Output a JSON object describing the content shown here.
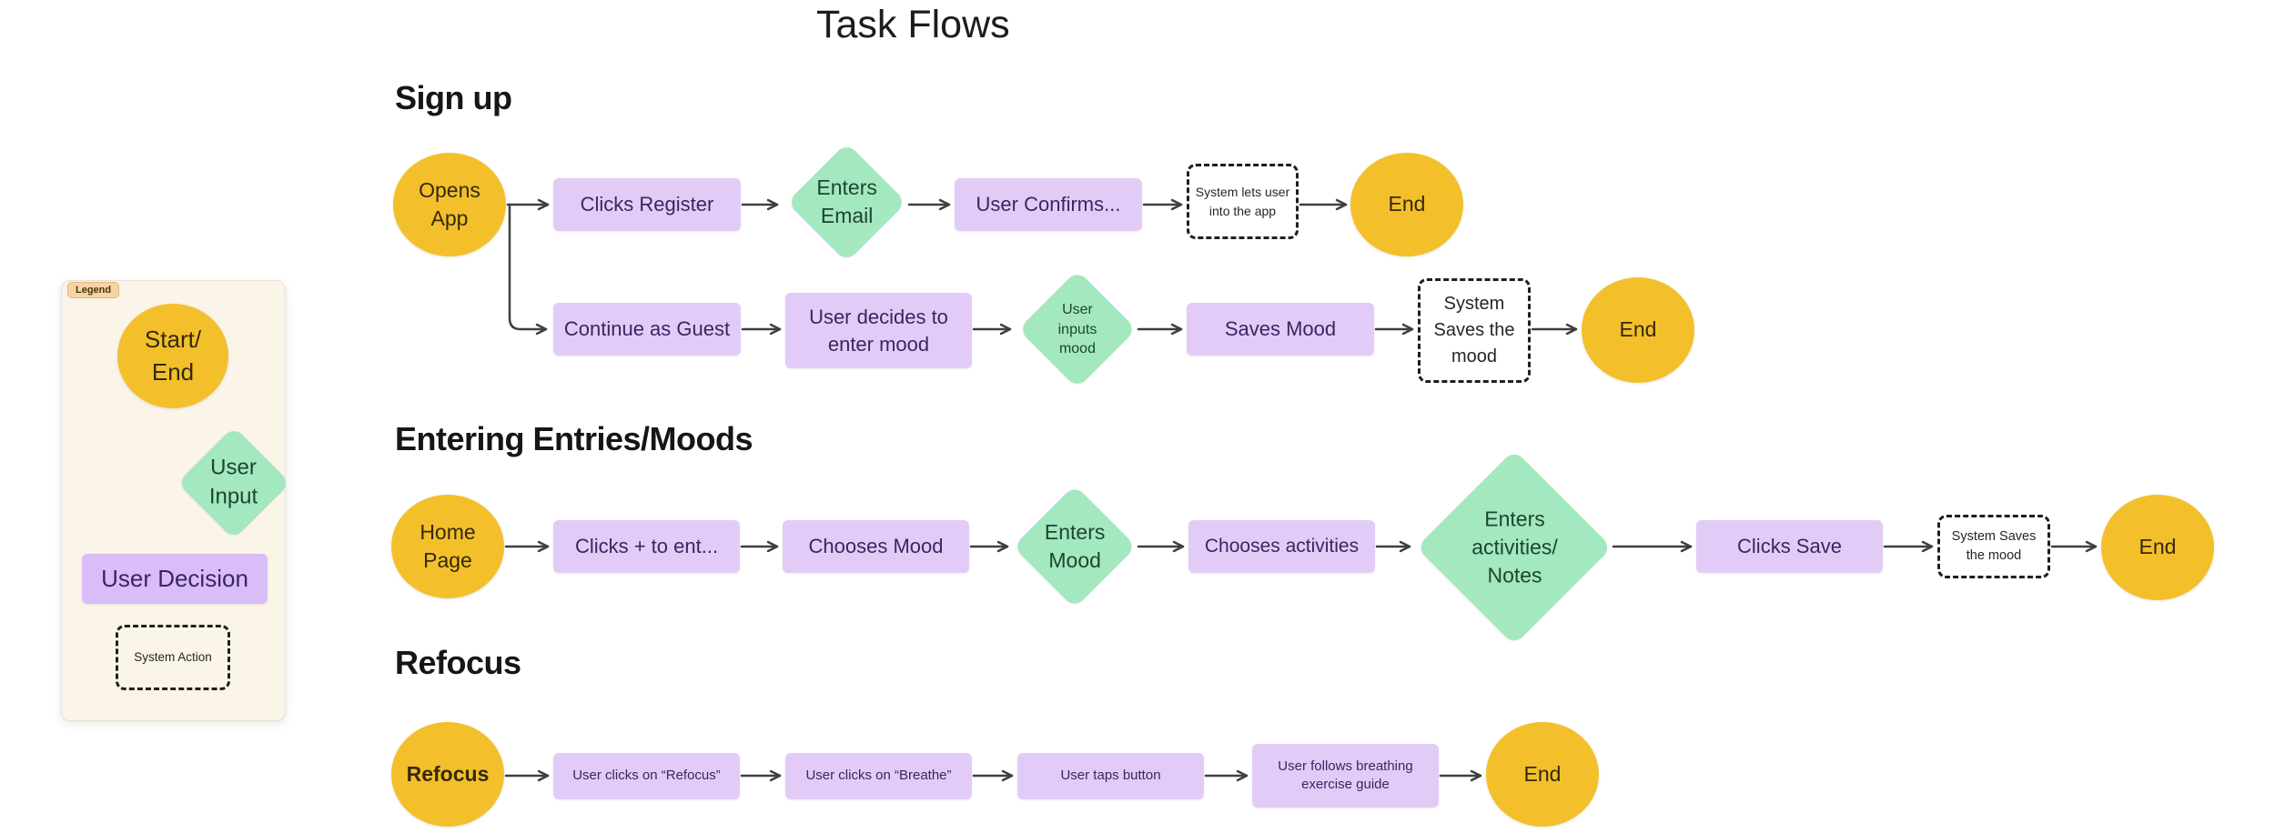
{
  "title": "Task Flows",
  "colors": {
    "canvas_bg": "#FFFFFF",
    "start_end_yellow": "#F3C02B",
    "user_decision_purple": "#E2CCF7",
    "legend_purple": "#D9BDF8",
    "user_input_green": "#A3E8BE",
    "arrow_gray": "#3F3F3F",
    "legend_bg": "#FBF4E8",
    "legend_tag_bg": "#F6D5A5",
    "heading_text": "#161616",
    "rect_text": "#3B2562",
    "diamond_text": "#1D462F",
    "circle_text": "#35290B"
  },
  "legend": {
    "tag": "Legend",
    "start_end": "Start/\nEnd",
    "user_input": "User\nInput",
    "user_decision": "User Decision",
    "system_action": "System Action"
  },
  "flows": {
    "signup": {
      "heading": "Sign up",
      "opens_app": "Opens\nApp",
      "clicks_register": "Clicks Register",
      "enters_email": "Enters\nEmail",
      "user_confirms": "User Confirms...",
      "system_lets_user": "System lets user\ninto the app",
      "end_top": "End",
      "continue_guest": "Continue as Guest",
      "user_decides": "User decides to\nenter mood",
      "user_inputs_mood": "User\ninputs\nmood",
      "saves_mood": "Saves Mood",
      "system_saves": "System\nSaves the\nmood",
      "end_bottom": "End"
    },
    "entries": {
      "heading": "Entering Entries/Moods",
      "home_page": "Home\nPage",
      "clicks_plus": "Clicks + to ent...",
      "chooses_mood": "Chooses Mood",
      "enters_mood": "Enters\nMood",
      "chooses_activities": "Chooses activities",
      "enters_activities": "Enters\nactivities/\nNotes",
      "clicks_save": "Clicks Save",
      "system_saves": "System Saves\nthe mood",
      "end": "End"
    },
    "refocus": {
      "heading": "Refocus",
      "start": "Refocus",
      "clicks_refocus": "User clicks on “Refocus”",
      "clicks_breathe": "User clicks on “Breathe”",
      "taps_button": "User taps button",
      "follows_guide": "User follows breathing\nexercise guide",
      "end": "End"
    }
  }
}
